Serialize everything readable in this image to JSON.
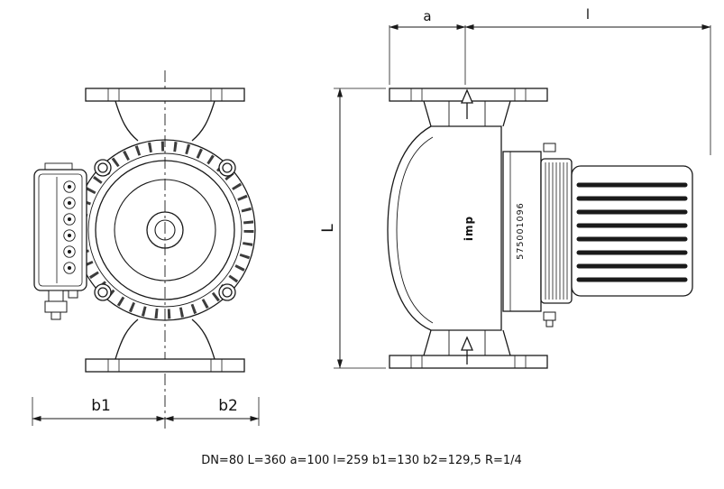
{
  "drawing": {
    "type": "pump-technical-drawing",
    "views": [
      "front-view",
      "side-view"
    ]
  },
  "dimensions": {
    "a": "a",
    "l": "l",
    "L": "L",
    "b1": "b1",
    "b2": "b2"
  },
  "side_view": {
    "serial": "575001096",
    "brand": "imp"
  },
  "specs": {
    "DN": "80",
    "L": "360",
    "a": "100",
    "l": "259",
    "b1": "130",
    "b2": "129,5",
    "R": "1/4"
  },
  "caption": "DN=80 L=360 a=100 l=259 b1=130 b2=129,5 R=1/4",
  "colors": {
    "line": "#1a1a1a",
    "background": "#ffffff"
  }
}
